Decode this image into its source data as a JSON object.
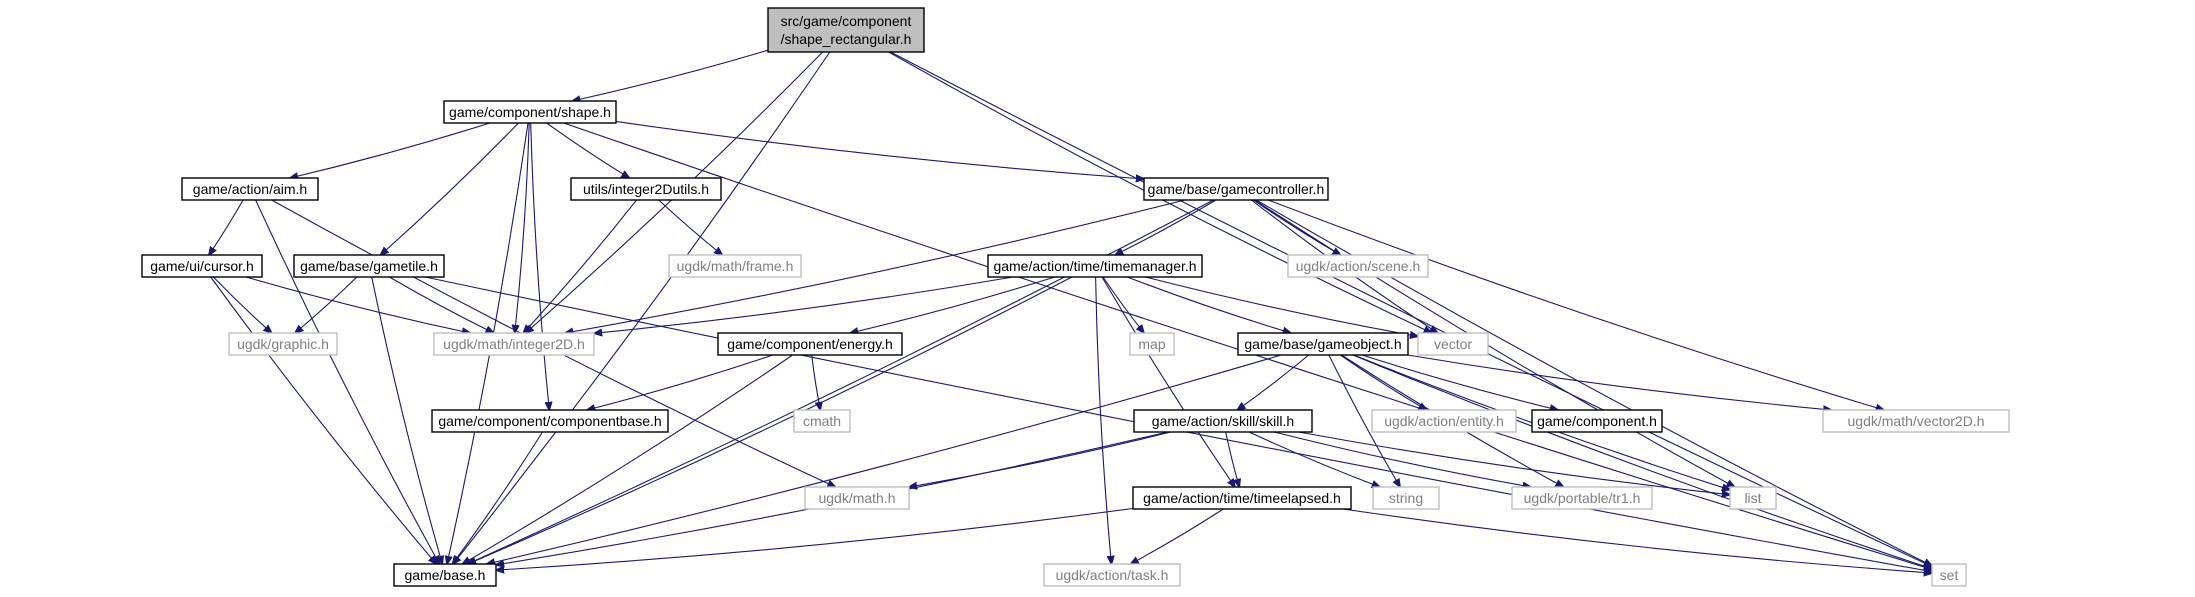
{
  "diagram": {
    "kind": "include dependency graph",
    "colors": {
      "edge": "#191970",
      "root_fill": "#bfbfbf",
      "documented_border": "#000000",
      "external_border": "#bfbfbf",
      "external_text": "#7f7f7f"
    },
    "nodes": [
      {
        "id": "root",
        "lines": [
          "src/game/component",
          "/shape_rectangular.h"
        ],
        "kind": "root"
      },
      {
        "id": "shape",
        "lines": [
          "game/component/shape.h"
        ],
        "kind": "documented"
      },
      {
        "id": "aim",
        "lines": [
          "game/action/aim.h"
        ],
        "kind": "documented"
      },
      {
        "id": "int2dutils",
        "lines": [
          "utils/integer2Dutils.h"
        ],
        "kind": "documented"
      },
      {
        "id": "gamecontroller",
        "lines": [
          "game/base/gamecontroller.h"
        ],
        "kind": "documented"
      },
      {
        "id": "cursor",
        "lines": [
          "game/ui/cursor.h"
        ],
        "kind": "documented"
      },
      {
        "id": "gametile",
        "lines": [
          "game/base/gametile.h"
        ],
        "kind": "documented"
      },
      {
        "id": "frame",
        "lines": [
          "ugdk/math/frame.h"
        ],
        "kind": "external"
      },
      {
        "id": "scene",
        "lines": [
          "ugdk/action/scene.h"
        ],
        "kind": "external"
      },
      {
        "id": "timemanager",
        "lines": [
          "game/action/time/timemanager.h"
        ],
        "kind": "documented"
      },
      {
        "id": "graphic",
        "lines": [
          "ugdk/graphic.h"
        ],
        "kind": "external"
      },
      {
        "id": "integer2d",
        "lines": [
          "ugdk/math/integer2D.h"
        ],
        "kind": "external"
      },
      {
        "id": "map",
        "lines": [
          "map"
        ],
        "kind": "external"
      },
      {
        "id": "vector",
        "lines": [
          "vector"
        ],
        "kind": "external"
      },
      {
        "id": "energy",
        "lines": [
          "game/component/energy.h"
        ],
        "kind": "documented"
      },
      {
        "id": "gameobject",
        "lines": [
          "game/base/gameobject.h"
        ],
        "kind": "documented"
      },
      {
        "id": "componentbase",
        "lines": [
          "game/component/componentbase.h"
        ],
        "kind": "documented"
      },
      {
        "id": "cmath",
        "lines": [
          "cmath"
        ],
        "kind": "external"
      },
      {
        "id": "entity",
        "lines": [
          "ugdk/action/entity.h"
        ],
        "kind": "external"
      },
      {
        "id": "component",
        "lines": [
          "game/component.h"
        ],
        "kind": "documented"
      },
      {
        "id": "vector2d",
        "lines": [
          "ugdk/math/vector2D.h"
        ],
        "kind": "external"
      },
      {
        "id": "skill",
        "lines": [
          "game/action/skill/skill.h"
        ],
        "kind": "documented"
      },
      {
        "id": "ugdkmath",
        "lines": [
          "ugdk/math.h"
        ],
        "kind": "external"
      },
      {
        "id": "string",
        "lines": [
          "string"
        ],
        "kind": "external"
      },
      {
        "id": "tr1",
        "lines": [
          "ugdk/portable/tr1.h"
        ],
        "kind": "external"
      },
      {
        "id": "list",
        "lines": [
          "list"
        ],
        "kind": "external"
      },
      {
        "id": "timeelapsed",
        "lines": [
          "game/action/time/timeelapsed.h"
        ],
        "kind": "documented"
      },
      {
        "id": "base",
        "lines": [
          "game/base.h"
        ],
        "kind": "documented"
      },
      {
        "id": "task",
        "lines": [
          "ugdk/action/task.h"
        ],
        "kind": "external"
      },
      {
        "id": "set",
        "lines": [
          "set"
        ],
        "kind": "external"
      }
    ],
    "edges": [
      [
        "root",
        "shape"
      ],
      [
        "root",
        "base"
      ],
      [
        "root",
        "integer2d"
      ],
      [
        "root",
        "vector"
      ],
      [
        "root",
        "set"
      ],
      [
        "shape",
        "aim"
      ],
      [
        "shape",
        "int2dutils"
      ],
      [
        "shape",
        "gamecontroller"
      ],
      [
        "shape",
        "gametile"
      ],
      [
        "shape",
        "componentbase"
      ],
      [
        "shape",
        "integer2d"
      ],
      [
        "shape",
        "base"
      ],
      [
        "shape",
        "set"
      ],
      [
        "aim",
        "cursor"
      ],
      [
        "aim",
        "base"
      ],
      [
        "aim",
        "ugdkmath"
      ],
      [
        "int2dutils",
        "frame"
      ],
      [
        "int2dutils",
        "integer2d"
      ],
      [
        "cursor",
        "graphic"
      ],
      [
        "cursor",
        "integer2d"
      ],
      [
        "cursor",
        "base"
      ],
      [
        "gametile",
        "graphic"
      ],
      [
        "gametile",
        "integer2d"
      ],
      [
        "gametile",
        "base"
      ],
      [
        "gametile",
        "set"
      ],
      [
        "gamecontroller",
        "timemanager"
      ],
      [
        "gamecontroller",
        "scene"
      ],
      [
        "gamecontroller",
        "integer2d"
      ],
      [
        "gamecontroller",
        "vector"
      ],
      [
        "gamecontroller",
        "vector2d"
      ],
      [
        "gamecontroller",
        "list"
      ],
      [
        "gamecontroller",
        "set"
      ],
      [
        "gamecontroller",
        "base"
      ],
      [
        "timemanager",
        "energy"
      ],
      [
        "timemanager",
        "map"
      ],
      [
        "timemanager",
        "vector"
      ],
      [
        "timemanager",
        "gameobject"
      ],
      [
        "timemanager",
        "timeelapsed"
      ],
      [
        "timemanager",
        "task"
      ],
      [
        "timemanager",
        "integer2d"
      ],
      [
        "timemanager",
        "base"
      ],
      [
        "energy",
        "componentbase"
      ],
      [
        "energy",
        "cmath"
      ],
      [
        "energy",
        "base"
      ],
      [
        "componentbase",
        "base"
      ],
      [
        "gameobject",
        "skill"
      ],
      [
        "gameobject",
        "entity"
      ],
      [
        "gameobject",
        "component"
      ],
      [
        "gameobject",
        "vector2d"
      ],
      [
        "gameobject",
        "string"
      ],
      [
        "gameobject",
        "tr1"
      ],
      [
        "gameobject",
        "list"
      ],
      [
        "gameobject",
        "set"
      ],
      [
        "gameobject",
        "base"
      ],
      [
        "skill",
        "ugdkmath"
      ],
      [
        "skill",
        "timeelapsed"
      ],
      [
        "skill",
        "string"
      ],
      [
        "skill",
        "tr1"
      ],
      [
        "skill",
        "list"
      ],
      [
        "skill",
        "base"
      ],
      [
        "timeelapsed",
        "task"
      ],
      [
        "timeelapsed",
        "set"
      ],
      [
        "timeelapsed",
        "base"
      ]
    ]
  }
}
